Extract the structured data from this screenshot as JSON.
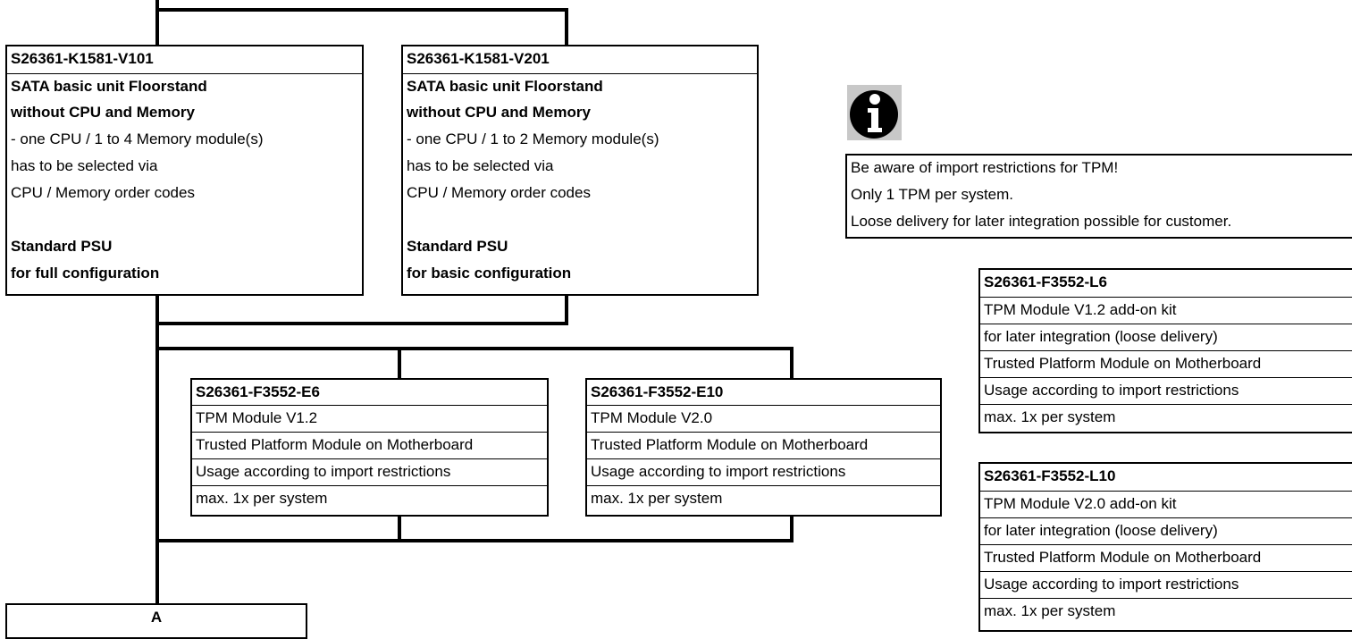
{
  "main_units": [
    {
      "order_code": "S26361-K1581-V101",
      "lines": [
        {
          "text": "SATA basic unit Floorstand",
          "bold": true
        },
        {
          "text": "without CPU and Memory",
          "bold": true
        },
        {
          "text": "- one CPU / 1 to 4 Memory module(s)",
          "bold": false
        },
        {
          "text": " has to be selected via",
          "bold": false
        },
        {
          "text": "CPU / Memory order codes",
          "bold": false
        },
        {
          "text": "",
          "bold": false
        },
        {
          "text": "Standard PSU",
          "bold": true
        },
        {
          "text": "for full configuration",
          "bold": true
        }
      ]
    },
    {
      "order_code": "S26361-K1581-V201",
      "lines": [
        {
          "text": "SATA basic unit Floorstand",
          "bold": true
        },
        {
          "text": "without CPU and Memory",
          "bold": true
        },
        {
          "text": "- one CPU / 1 to 2 Memory module(s)",
          "bold": false
        },
        {
          "text": " has to be selected via",
          "bold": false
        },
        {
          "text": "CPU / Memory order codes",
          "bold": false
        },
        {
          "text": "",
          "bold": false
        },
        {
          "text": "Standard PSU",
          "bold": true
        },
        {
          "text": "for basic configuration",
          "bold": true
        }
      ]
    }
  ],
  "tpm_modules": [
    {
      "order_code": "S26361-F3552-E6",
      "lines": [
        "TPM Module V1.2",
        "Trusted Platform Module on Motherboard",
        "Usage according to import restrictions",
        "max. 1x per system"
      ]
    },
    {
      "order_code": "S26361-F3552-E10",
      "lines": [
        "TPM Module V2.0",
        "Trusted Platform Module on Motherboard",
        "Usage according to import restrictions",
        "max. 1x per system"
      ]
    }
  ],
  "info_note": {
    "icon": "info-icon",
    "lines": [
      "Be aware of import restrictions for TPM!",
      "Only 1 TPM per system.",
      "Loose delivery for later integration possible for customer."
    ]
  },
  "addon_kits": [
    {
      "order_code": "S26361-F3552-L6",
      "lines": [
        "TPM Module V1.2 add-on kit",
        "for later integration (loose delivery)",
        "Trusted Platform Module on Motherboard",
        "Usage according to import restrictions",
        "max. 1x per system"
      ]
    },
    {
      "order_code": "S26361-F3552-L10",
      "lines": [
        "TPM Module V2.0 add-on kit",
        "for later integration (loose delivery)",
        "Trusted Platform Module on Motherboard",
        "Usage according to import restrictions",
        "max. 1x per system"
      ]
    }
  ],
  "continuation": {
    "label": "A"
  }
}
